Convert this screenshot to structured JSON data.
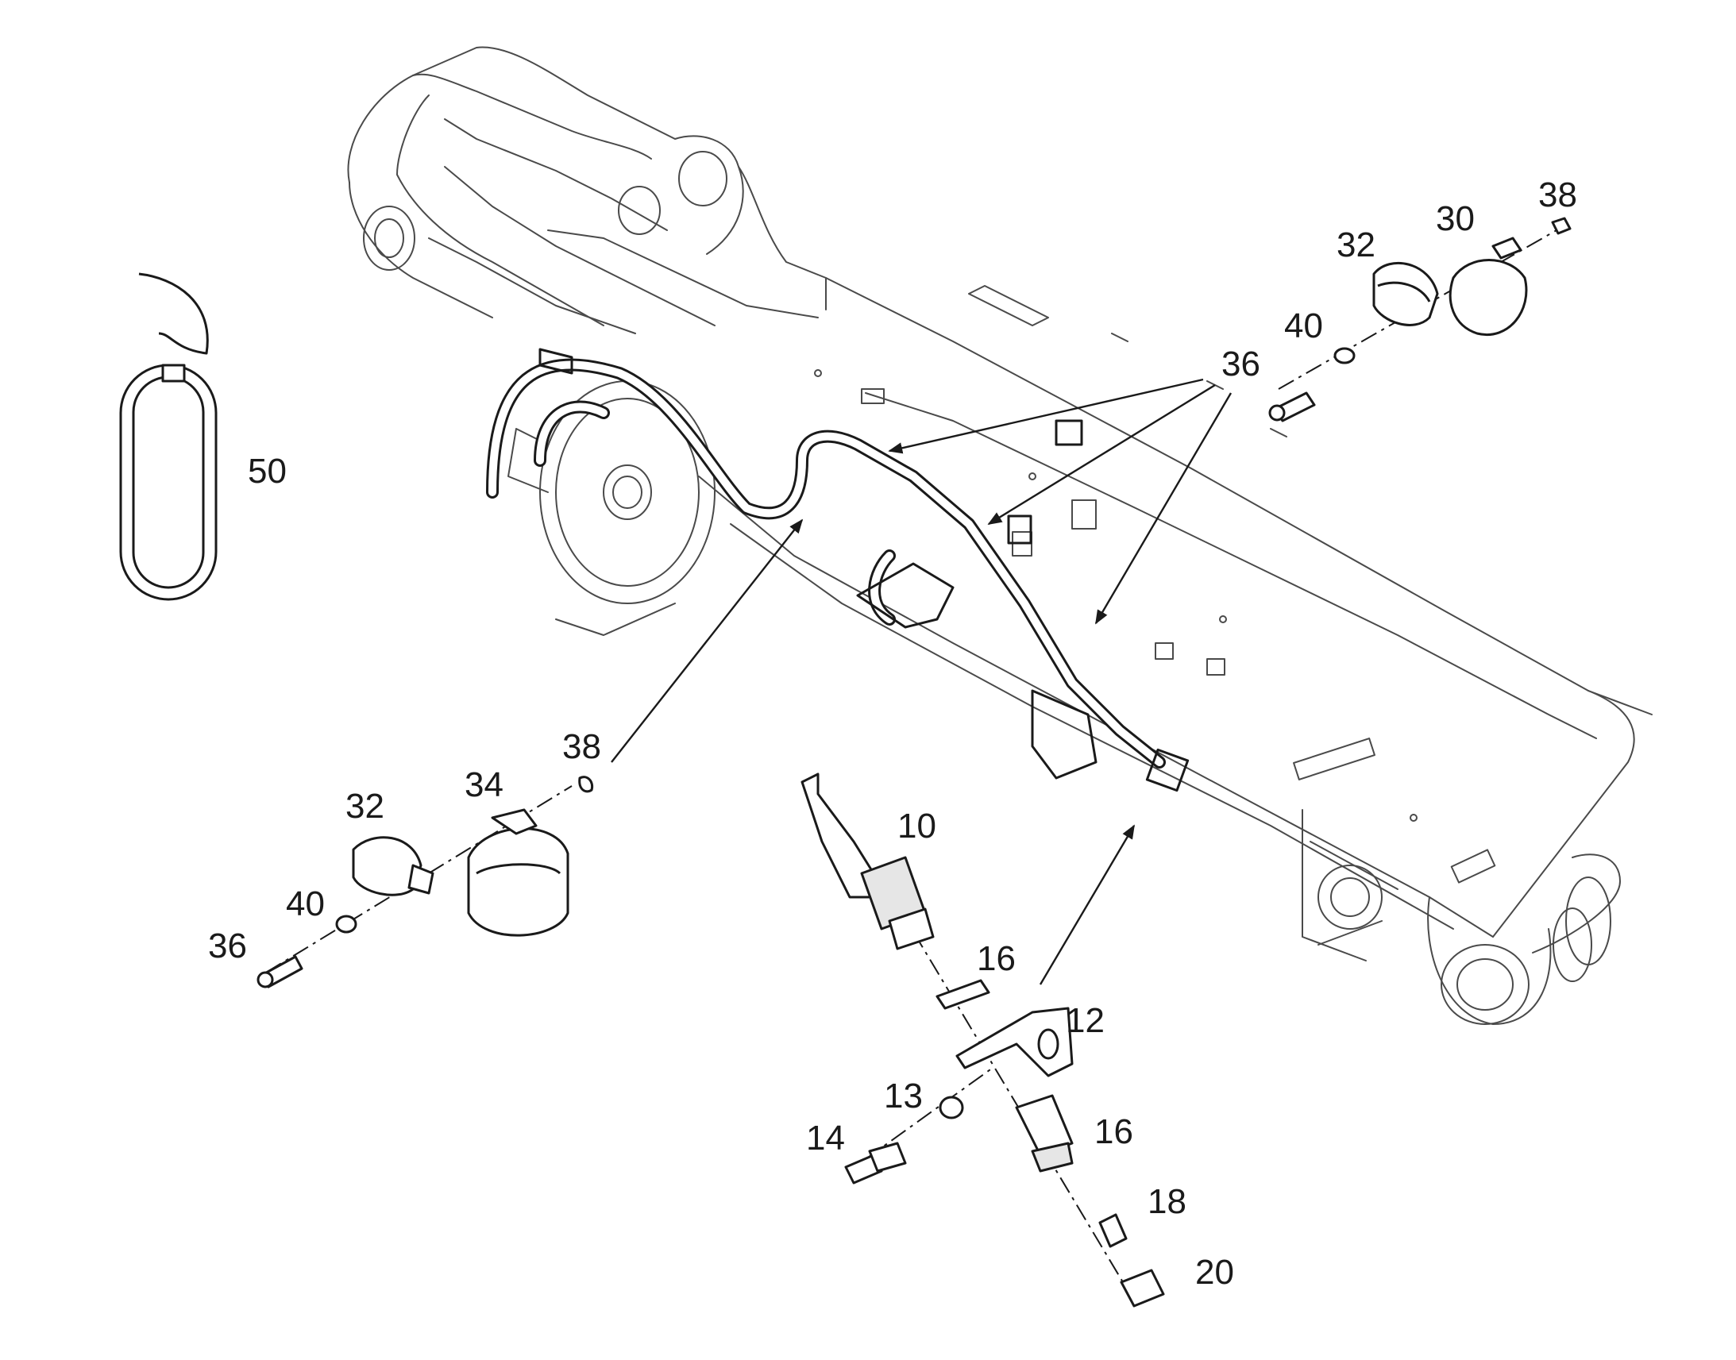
{
  "diagram": {
    "callouts": {
      "c10": "10",
      "c12": "12",
      "c13": "13",
      "c14": "14",
      "c16a": "16",
      "c16b": "16",
      "c18": "18",
      "c20": "20",
      "c30": "30",
      "c32a": "32",
      "c32b": "32",
      "c34": "34",
      "c36a": "36",
      "c36b": "36",
      "c38a": "38",
      "c38b": "38",
      "c40a": "40",
      "c40b": "40",
      "c50": "50"
    }
  }
}
